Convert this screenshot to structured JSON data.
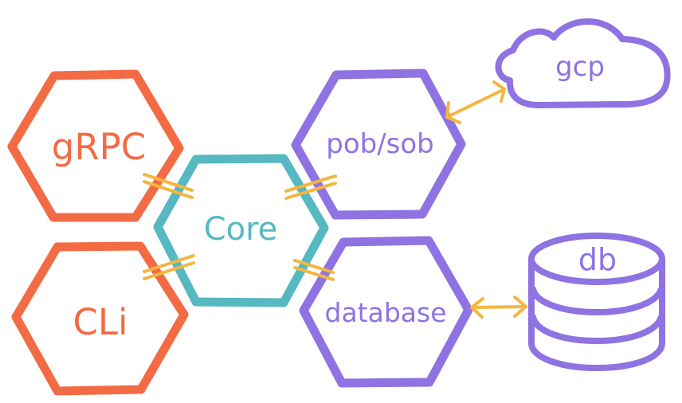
{
  "colors": {
    "red": "#f36b44",
    "teal": "#56b8c1",
    "purple": "#8f73e2",
    "yellow": "#f3b63f"
  },
  "nodes": {
    "grpc": "gRPC",
    "cli": "CLi",
    "core": "Core",
    "pubsub": "pob/sob",
    "database": "database",
    "gcp": "gcp",
    "db": "db"
  }
}
